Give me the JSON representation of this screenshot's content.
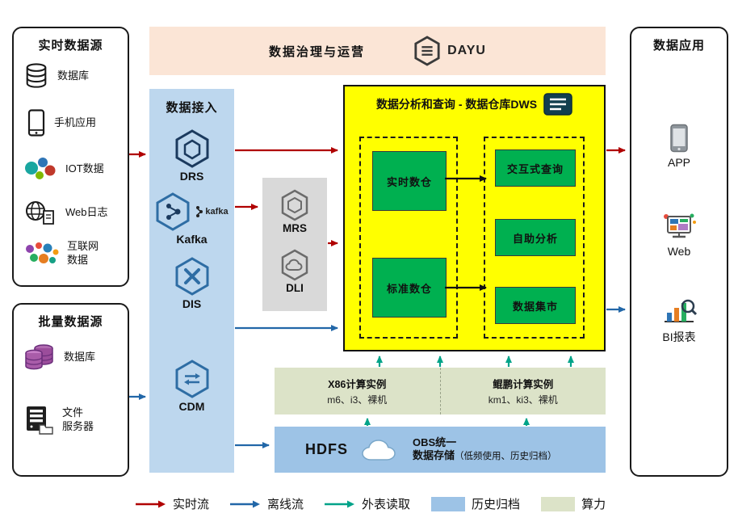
{
  "colors": {
    "realtime_flow": "#b00000",
    "offline_flow": "#2267a8",
    "external_read": "#00a389",
    "history_archive": "#9dc3e6",
    "compute_power": "#dce3c8",
    "dws_bg": "#ffff00",
    "green_box": "#00b050",
    "ingestion_bg": "#bdd7ee",
    "governance_bg": "#fbe5d6",
    "staging_bg": "#d9d9d9"
  },
  "governance": {
    "title": "数据治理与运营",
    "brand": "DAYU"
  },
  "realtime_sources": {
    "title": "实时数据源",
    "items": [
      {
        "label": "数据库"
      },
      {
        "label": "手机应用"
      },
      {
        "label": "IOT数据"
      },
      {
        "label": "Web日志"
      },
      {
        "label": "互联网\n数据"
      }
    ]
  },
  "batch_sources": {
    "title": "批量数据源",
    "items": [
      {
        "label": "数据库"
      },
      {
        "label": "文件\n服务器"
      }
    ]
  },
  "ingestion": {
    "title": "数据接入",
    "kafka_logo": "kafka",
    "items": [
      {
        "label": "DRS"
      },
      {
        "label": "Kafka"
      },
      {
        "label": "DIS"
      },
      {
        "label": "CDM"
      }
    ]
  },
  "staging": {
    "items": [
      {
        "label": "MRS"
      },
      {
        "label": "DLI"
      }
    ]
  },
  "dws": {
    "title": "数据分析和查询 - 数据仓库DWS",
    "warehouses": [
      {
        "label": "实时数仓"
      },
      {
        "label": "标准数仓"
      }
    ],
    "services": [
      {
        "label": "交互式查询"
      },
      {
        "label": "自助分析"
      },
      {
        "label": "数据集市"
      }
    ]
  },
  "compute": {
    "x86_title": "X86计算实例",
    "x86_spec": "m6、i3、裸机",
    "kunpeng_title": "鲲鹏计算实例",
    "kunpeng_spec": "km1、ki3、裸机"
  },
  "storage": {
    "hdfs": "HDFS",
    "obs_line1": "OBS统一",
    "obs_line2": "数据存储",
    "obs_note": "（低频使用、历史归档）"
  },
  "applications": {
    "title": "数据应用",
    "items": [
      {
        "label": "APP"
      },
      {
        "label": "Web"
      },
      {
        "label": "BI报表"
      }
    ]
  },
  "legend": {
    "items": [
      {
        "label": "实时流",
        "color": "#b00000",
        "kind": "arrow"
      },
      {
        "label": "离线流",
        "color": "#2267a8",
        "kind": "arrow"
      },
      {
        "label": "外表读取",
        "color": "#00a389",
        "kind": "arrow"
      },
      {
        "label": "历史归档",
        "color": "#9dc3e6",
        "kind": "swatch"
      },
      {
        "label": "算力",
        "color": "#dce3c8",
        "kind": "swatch"
      }
    ]
  }
}
